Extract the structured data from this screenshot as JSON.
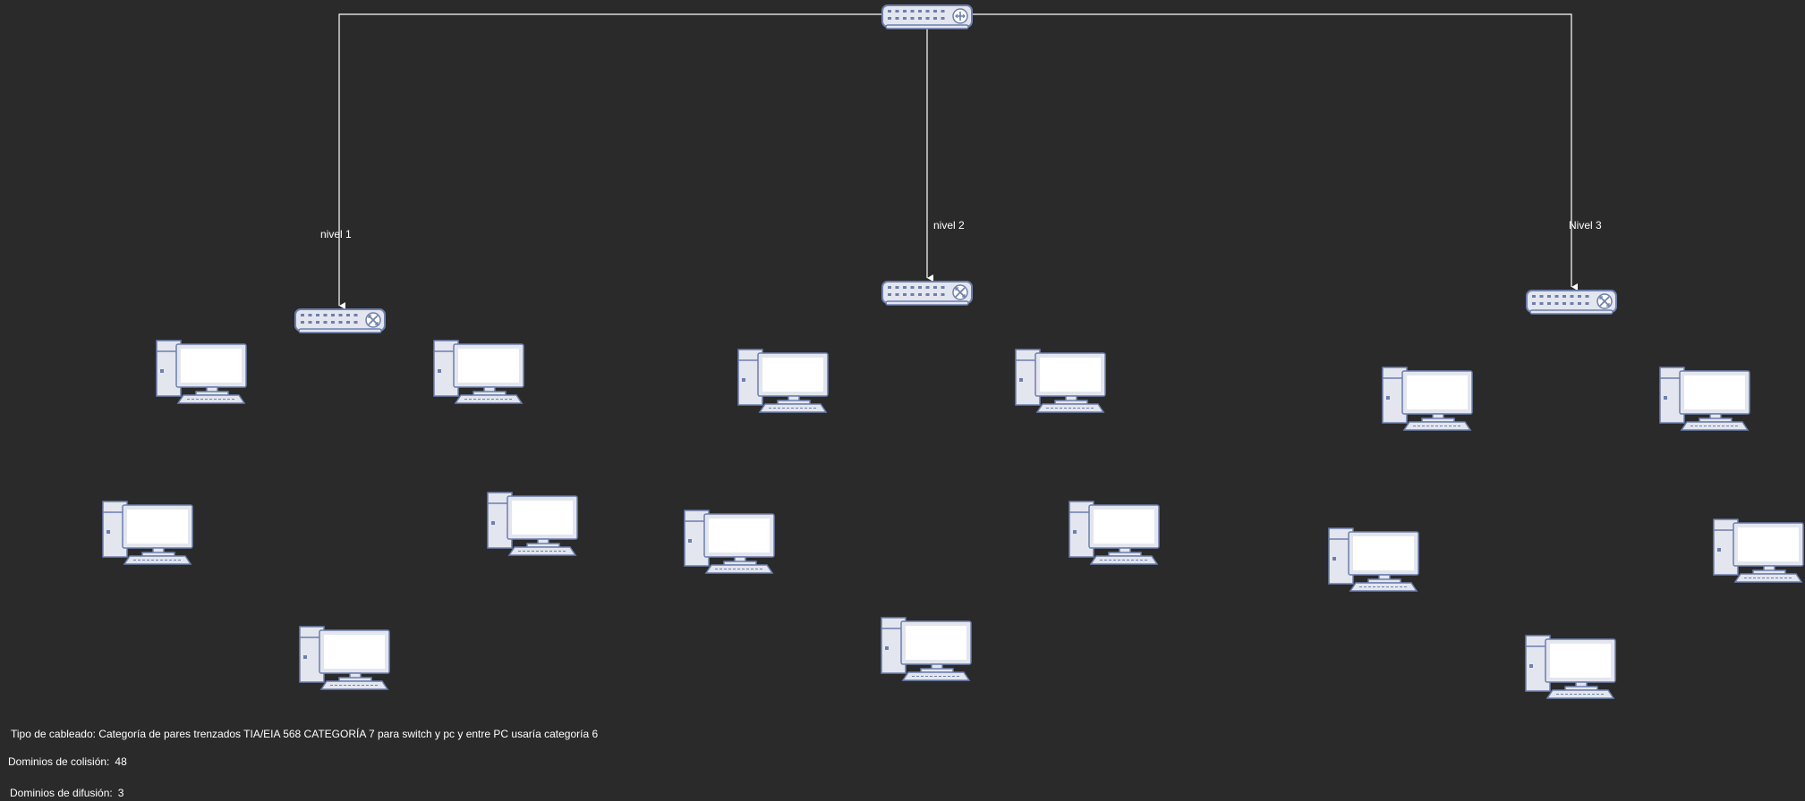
{
  "diagram": {
    "router": {
      "icon": "router-icon"
    },
    "links": [
      {
        "from": "router",
        "to": "switch-1",
        "label": "nivel 1"
      },
      {
        "from": "router",
        "to": "switch-2",
        "label": "nivel 2"
      },
      {
        "from": "router",
        "to": "switch-3",
        "label": "Nivel 3"
      }
    ],
    "switches": [
      {
        "id": "switch-1",
        "icon": "switch-icon"
      },
      {
        "id": "switch-2",
        "icon": "switch-icon"
      },
      {
        "id": "switch-3",
        "icon": "switch-icon"
      }
    ],
    "pc_icon": "desktop-computer-icon",
    "pcs_per_switch": [
      5,
      5,
      5
    ]
  },
  "notes": {
    "cabling": "Tipo de cableado: Categoría de pares trenzados TIA/EIA 568 CATEGORÍA 7 para switch y pc y entre PC usaría categoría 6",
    "collision_label": "Dominios de colisión:",
    "collision_value": "48",
    "broadcast_label": "Dominios de difusión:",
    "broadcast_value": "3"
  },
  "colors": {
    "background": "#2a2a2a",
    "line": "#ffffff",
    "device_fill": "#e3e6ee",
    "device_stroke": "#6d7fae",
    "screen_fill": "#ffffff"
  }
}
